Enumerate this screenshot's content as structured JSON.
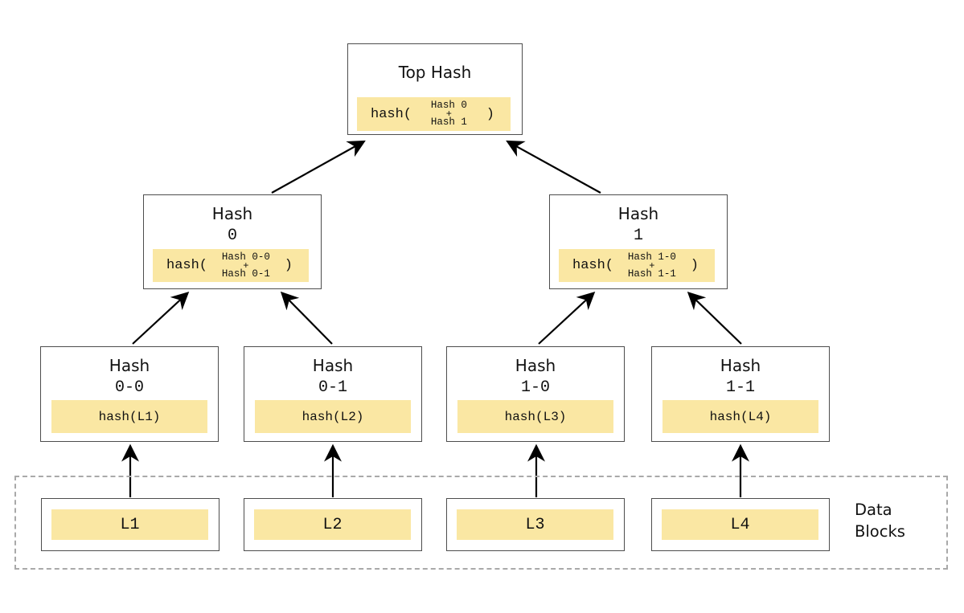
{
  "palette": {
    "highlight": "#fae7a3",
    "box_border": "#4d4d4d",
    "dashed_border": "#a9a9a9",
    "arrow": "#000000",
    "background": "#ffffff"
  },
  "top_hash": {
    "title": "Top Hash",
    "fn_open": "hash(",
    "arg_top": "Hash 0",
    "plus": "+",
    "arg_bottom": "Hash 1",
    "fn_close": ")"
  },
  "hash_0": {
    "title": "Hash",
    "subtitle": "0",
    "fn_open": "hash(",
    "arg_top": "Hash 0-0",
    "plus": "+",
    "arg_bottom": "Hash 0-1",
    "fn_close": ")"
  },
  "hash_1": {
    "title": "Hash",
    "subtitle": "1",
    "fn_open": "hash(",
    "arg_top": "Hash 1-0",
    "plus": "+",
    "arg_bottom": "Hash 1-1",
    "fn_close": ")"
  },
  "leaf_hashes": [
    {
      "title": "Hash",
      "subtitle": "0-0",
      "value": "hash(L1)"
    },
    {
      "title": "Hash",
      "subtitle": "0-1",
      "value": "hash(L2)"
    },
    {
      "title": "Hash",
      "subtitle": "1-0",
      "value": "hash(L3)"
    },
    {
      "title": "Hash",
      "subtitle": "1-1",
      "value": "hash(L4)"
    }
  ],
  "data_blocks": {
    "caption_line1": "Data",
    "caption_line2": "Blocks",
    "blocks": [
      {
        "label": "L1"
      },
      {
        "label": "L2"
      },
      {
        "label": "L3"
      },
      {
        "label": "L4"
      }
    ]
  }
}
